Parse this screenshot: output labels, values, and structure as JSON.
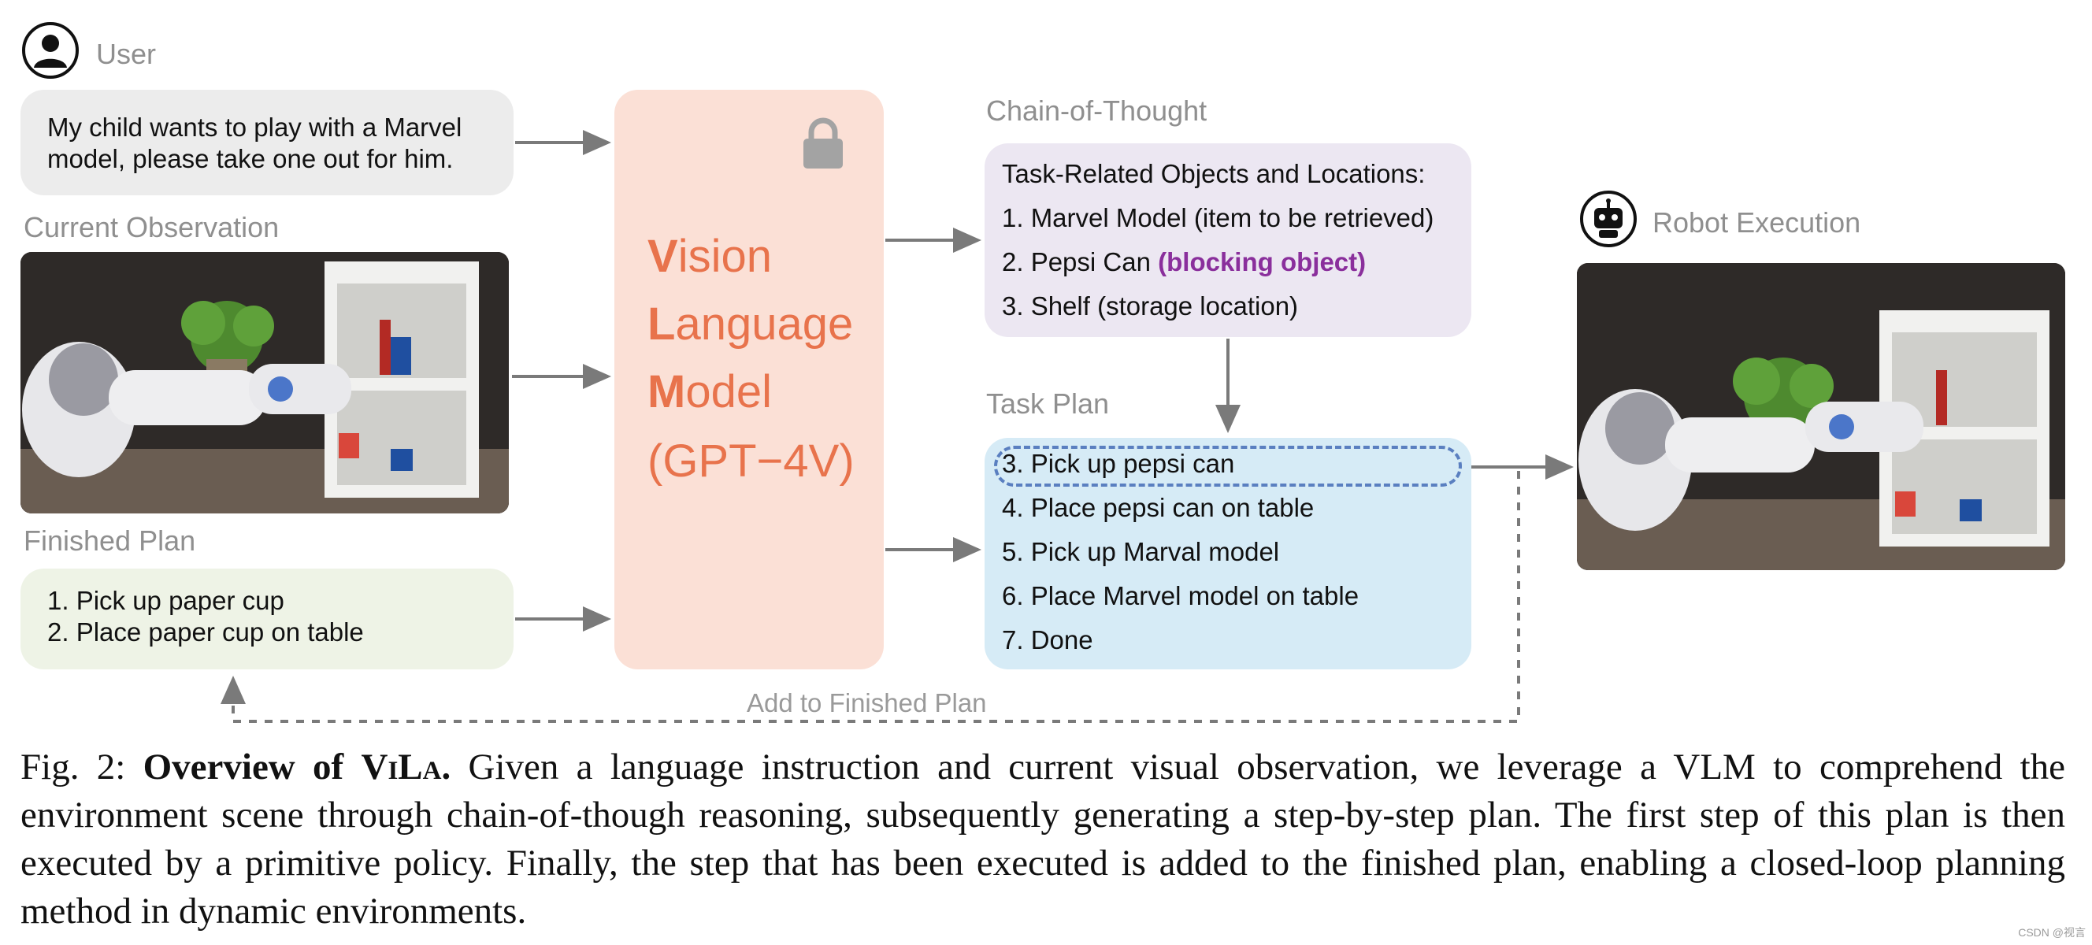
{
  "user": {
    "label": "User",
    "instruction": "My child wants to play with a Marvel model, please take one out for him."
  },
  "observation": {
    "label": "Current Observation"
  },
  "finished_plan": {
    "label": "Finished Plan",
    "items": [
      "1. Pick up paper cup",
      "2. Place paper cup on table"
    ]
  },
  "vlm": {
    "line1_initial": "V",
    "line1_rest": "ision",
    "line2_initial": "L",
    "line2_rest": "anguage",
    "line3_initial": "M",
    "line3_rest": "odel",
    "line4": "(GPT−4V)"
  },
  "chain_of_thought": {
    "label": "Chain-of-Thought",
    "heading": "Task-Related Objects and Locations:",
    "item1": "1. Marvel Model (item to be retrieved)",
    "item2_text": "2. Pepsi Can",
    "item2_accent": "(blocking object)",
    "item3": "3. Shelf (storage location)"
  },
  "task_plan": {
    "label": "Task Plan",
    "items": [
      "3. Pick up pepsi can",
      "4. Place pepsi can on table",
      "5. Pick up Marval model",
      "6. Place Marvel model on table",
      "7. Done"
    ]
  },
  "robot": {
    "label": "Robot Execution"
  },
  "feedback_label": "Add to Finished Plan",
  "caption": {
    "prefix": "Fig. 2: ",
    "bold_title_a": "Overview of ",
    "bold_title_sc": "ViLa",
    "bold_title_b": ".",
    "body": " Given a language instruction and current visual observation, we leverage a VLM to comprehend the environment scene through chain-of-though reasoning, subsequently generating a step-by-step plan. The first step of this plan is then executed by a primitive policy. Finally, the step that has been executed is added to the finished plan, enabling a closed-loop planning method in dynamic environments."
  },
  "watermark": "CSDN @视言",
  "colors": {
    "instruction_bg": "#ececec",
    "finished_bg": "#eef3e6",
    "vlm_bg": "#fbe0d6",
    "vlm_text": "#e8734c",
    "cot_bg": "#ece7f2",
    "plan_bg": "#d6ebf6",
    "accent_purple": "#8a2f9c",
    "highlight_dash": "#5a7fc0",
    "arrow": "#7a7a7a"
  },
  "icons": [
    "user-icon",
    "lock-icon",
    "robot-icon"
  ]
}
